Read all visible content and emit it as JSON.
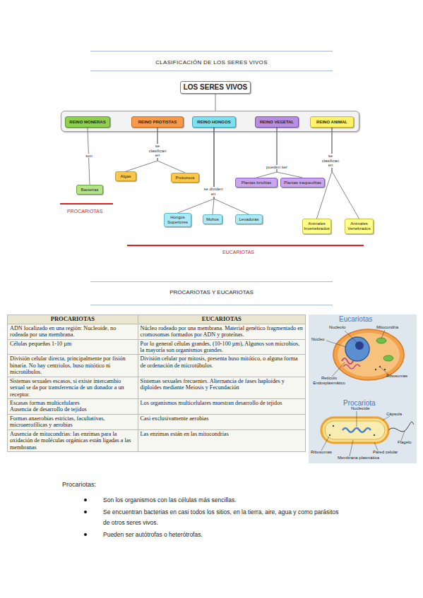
{
  "diagram": {
    "title": "CLASIFICACIÓN DE LOS SERES VIVOS",
    "nodes": [
      {
        "text": [
          "LOS SERES VIVOS"
        ]
      },
      {
        "text": [
          "REINO MONERAS"
        ]
      },
      {
        "text": [
          "REINO PROTISTAS"
        ]
      },
      {
        "text": [
          "REINO HONGOS"
        ]
      },
      {
        "text": [
          "REINO VEGETAL"
        ]
      },
      {
        "text": [
          "REINO ANIMAL"
        ]
      },
      {
        "text": [
          "Bacterias"
        ]
      },
      {
        "text": [
          "Algas"
        ]
      },
      {
        "text": [
          "Protozoos"
        ]
      },
      {
        "text": [
          "Plantas briofitas"
        ]
      },
      {
        "text": [
          "Plantas traqueofitas"
        ]
      },
      {
        "text": [
          "Hongos Superiores"
        ]
      },
      {
        "text": [
          "Mohos"
        ]
      },
      {
        "text": [
          "Levaduras"
        ]
      },
      {
        "text": [
          "Animales Invertebrados"
        ]
      },
      {
        "text": [
          "Animales Vertebrados"
        ]
      }
    ],
    "edges": [
      {
        "from": 1,
        "to": 6,
        "label": "son",
        "arrow": "none"
      },
      {
        "from": 2,
        "to": 7,
        "label": "se clasifican en",
        "arrow": "none"
      },
      {
        "from": 2,
        "to": 8,
        "arrow": "none"
      },
      {
        "from": 3,
        "to": 11,
        "label": "se dividen en",
        "arrow": "none"
      },
      {
        "from": 3,
        "to": 12,
        "arrow": "none"
      },
      {
        "from": 3,
        "to": 13,
        "arrow": "none"
      },
      {
        "from": 4,
        "to": 9,
        "label": "pueden ser",
        "arrow": "none"
      },
      {
        "from": 4,
        "to": 10,
        "arrow": "none"
      },
      {
        "from": 5,
        "to": 14,
        "label": "se clasifican en",
        "arrow": "none"
      },
      {
        "from": 5,
        "to": 15,
        "arrow": "none"
      }
    ],
    "labels": [
      "PROCARIOTAS",
      "EUCARIOTAS",
      "PROCARIOTAS Y EUCARIOTAS",
      "PROCARIOTAS",
      "EUCARIOTAS",
      "ADN localizado en una región: Nucleoide, no rodeada por una membrana.",
      "Núcleo rodeado por una membrana. Material genético fragmentado en cromosomas formados por ADN y proteínas.",
      "Células pequeñas 1-10 µm",
      "Por lo general células grandes, (10-100 µm), Algunos son microbios, la mayoría son organismos grandes.",
      "División celular directa, principalmente por fisión binaria. No hay centriolos, huso mitótico ni microtúbulos.",
      "División celular por mitosis, presenta huso mitótico, o alguna forma de ordenación de microtúbulos.",
      "Sistemas sexuales escasos, si existe intercambio sexual se da por transferencia de un donador a un receptor.",
      "Sistemas sexuales frecuentes. Alternancia de fases haploides y diploides mediante Meiosis y Fecundación",
      "Escasas formas multicelulares",
      "Ausencia de desarrollo de tejidos",
      "Los organismos multicelulares muestran desarrollo de tejidos",
      "Formas anaerobias estrictas, facultativas, microaerofílicas y aerobias",
      "Casi exclusivamente aerobias",
      "Ausencia de mitocondrias: las enzimas para la oxidación de moléculas orgánicas están ligadas a las membranas",
      "Las enzimas están en las mitocondrias",
      "Eucariotas",
      "Nucleolo",
      "Mitocondria",
      "Núcleo",
      "Ribosomas",
      "Retículo Endosplasmático",
      "Procariota",
      "Nucleoide",
      "Cápsula",
      "Flagelo",
      "Pared celular",
      "Ribosomas",
      "Membrana plasmática",
      "Procariotas:",
      "Son los organismos con las células más sencillas.",
      "Se encuentran bacterias en casi todos los sitios, en la tierra, aire, agua y como parásitos de otros seres vivos.",
      "Pueden ser autótrofas o heterótrofas."
    ]
  }
}
